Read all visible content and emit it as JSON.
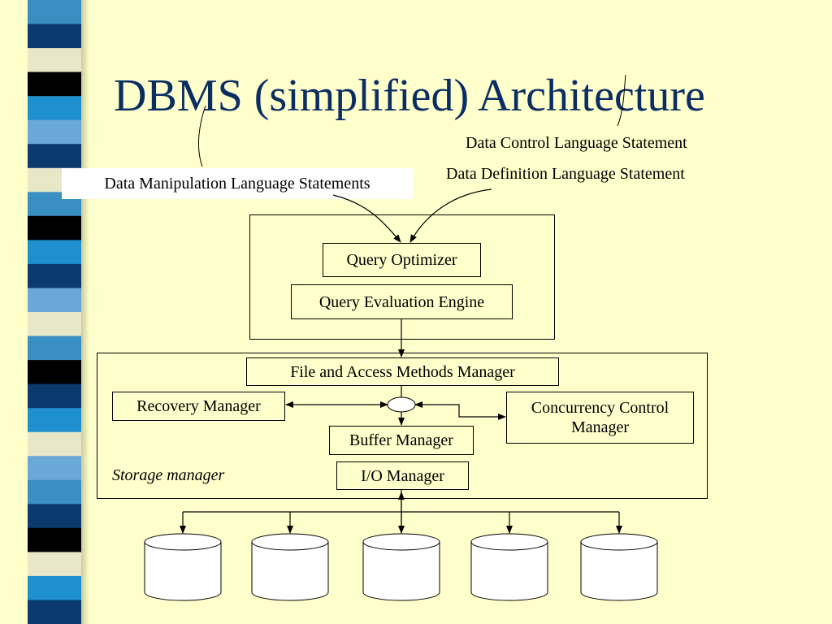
{
  "slide": {
    "title": "DBMS (simplified) Architecture",
    "colors": {
      "background": "#FFFFCC",
      "title": "#0B2E62",
      "stripe": [
        "#3A8FC2",
        "#0B3A6E",
        "#E8E8C8",
        "#000000",
        "#1E90D0",
        "#6AA8D8"
      ]
    }
  },
  "annotations": {
    "dml": "Data Manipulation Language Statements",
    "dcl": "Data Control Language Statement",
    "ddl": "Data Definition Language Statement"
  },
  "query_processor": {
    "optimizer": "Query Optimizer",
    "evaluation_engine": "Query Evaluation Engine"
  },
  "storage_manager": {
    "label": "Storage manager",
    "file_access": "File and Access Methods Manager",
    "recovery": "Recovery Manager",
    "concurrency": "Concurrency Control Manager",
    "buffer": "Buffer Manager",
    "io": "I/O Manager"
  },
  "disks": {
    "count": 5
  }
}
